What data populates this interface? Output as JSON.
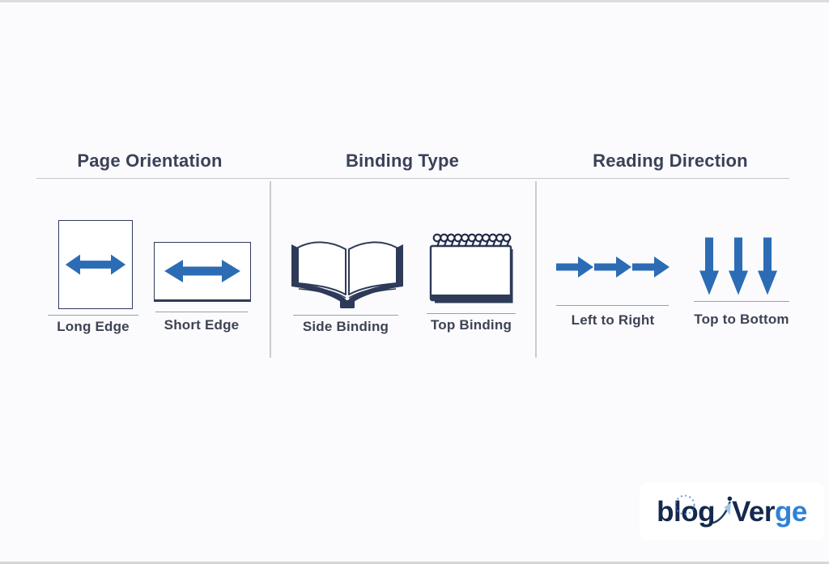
{
  "sections": [
    {
      "title": "Page Orientation",
      "items": [
        {
          "label": "Long Edge",
          "icon": "portrait-page-horizontal-arrow-icon"
        },
        {
          "label": "Short Edge",
          "icon": "landscape-page-horizontal-arrow-icon"
        }
      ]
    },
    {
      "title": "Binding Type",
      "items": [
        {
          "label": "Side Binding",
          "icon": "open-book-icon"
        },
        {
          "label": "Top Binding",
          "icon": "spiral-notebook-icon"
        }
      ]
    },
    {
      "title": "Reading Direction",
      "items": [
        {
          "label": "Left to Right",
          "icon": "three-right-arrows-icon"
        },
        {
          "label": "Top to Bottom",
          "icon": "three-down-arrows-icon"
        }
      ]
    }
  ],
  "logo": {
    "text_dark": "blog",
    "text_dark2": "Ver",
    "text_light": "ge"
  },
  "colors": {
    "background": "#fbfbfd",
    "arrow_blue": "#2b6cb5",
    "icon_navy": "#2d3a58",
    "heading_text": "#3a4158",
    "label_text": "#3d4354",
    "divider_grey": "#c9cbd0",
    "rule_grey": "#9aa0a8",
    "logo_navy": "#15294e",
    "logo_blue": "#2e82d6"
  }
}
